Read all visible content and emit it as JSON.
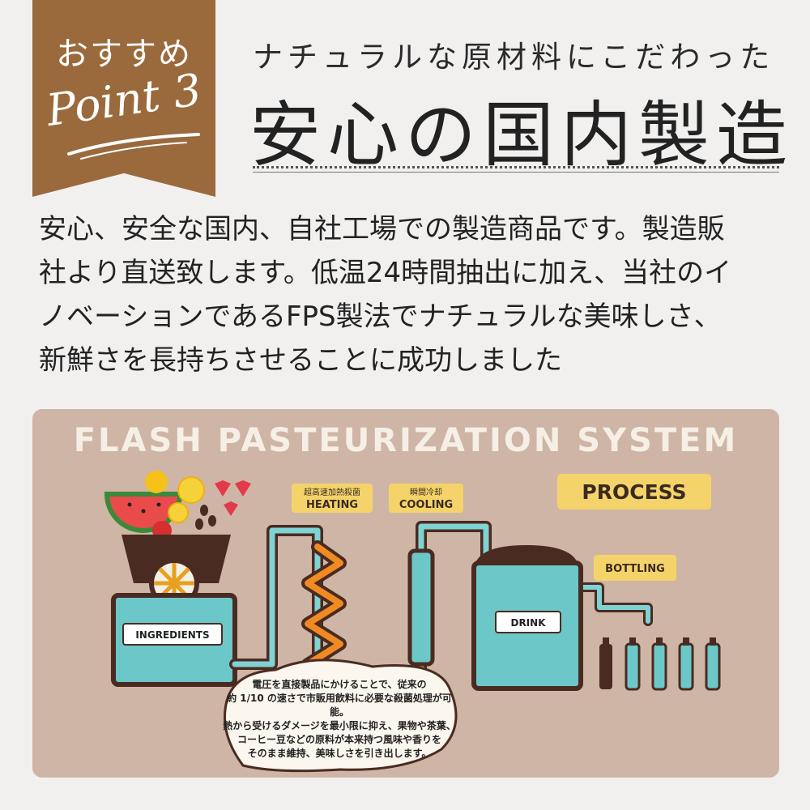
{
  "ribbon": {
    "top_text": "おすすめ",
    "point_text": "Point 3"
  },
  "header": {
    "subtitle": "ナチュラルな原材料にこだわった",
    "title": "安心の国内製造"
  },
  "body": {
    "lines": [
      "安心、安全な国内、自社工場での製造商品です。製造販",
      "社より直送致します。低温24時間抽出に加え、当社のイ",
      "ノベーションであるFPS製法でナチュラルな美味しさ、",
      "新鮮さを長持ちさせることに成功しました"
    ]
  },
  "diagram": {
    "title": "FLASH PASTEURIZATION SYSTEM",
    "process_label": "PROCESS",
    "heating_jp": "超高速加熱殺菌",
    "heating_en": "HEATING",
    "cooling_jp": "瞬間冷却",
    "cooling_en": "COOLING",
    "bottling": "BOTTLING",
    "ingredients": "INGREDIENTS",
    "drink": "DRINK",
    "note_lines": [
      "電圧を直接製品にかけることで、従来の",
      "約 1/10 の速さで市販用飲料に必要な殺菌処理が可能。",
      "熱から受けるダメージを最小限に抑え、果物や茶葉、",
      "コーヒー豆などの原料が本来持つ風味や香りを",
      "そのまま維持、美味しさを引き出します。"
    ],
    "colors": {
      "panel_bg": "#cfb5a5",
      "machine_teal": "#6cc8c8",
      "machine_dark": "#4a2b22",
      "pipe_orange": "#f08a22",
      "label_yellow": "#f4d46a",
      "title_cream": "#f6efe6"
    }
  }
}
